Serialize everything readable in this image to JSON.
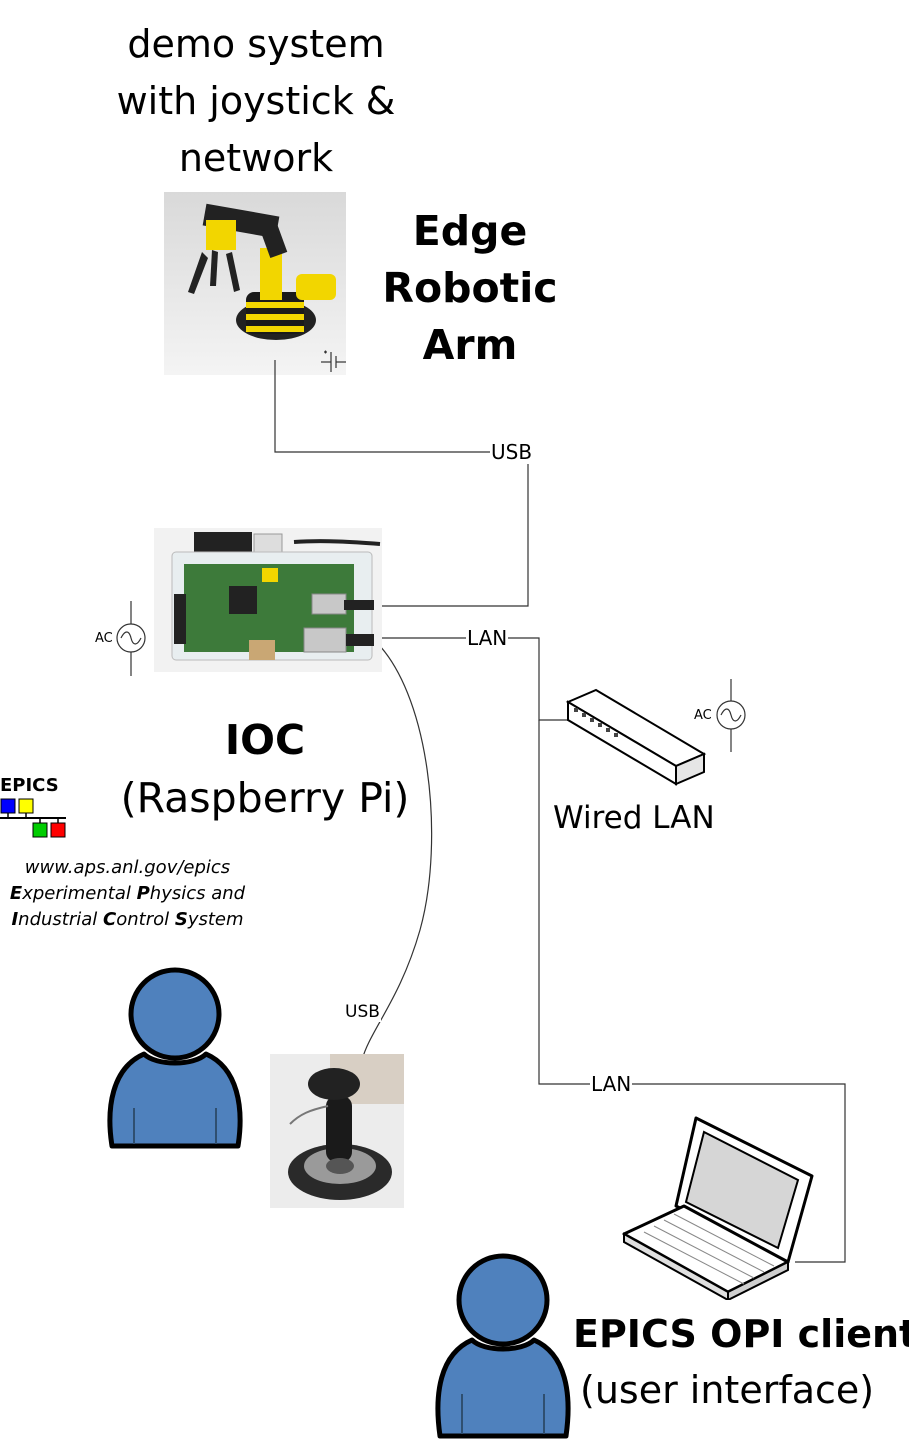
{
  "header": {
    "lines": [
      "demo system",
      "with joystick &",
      "network"
    ]
  },
  "robot_arm": {
    "title_lines": [
      "Edge",
      "Robotic",
      "Arm"
    ]
  },
  "ioc": {
    "title": "IOC",
    "subtitle": "(Raspberry Pi)"
  },
  "epics": {
    "logo_text": "EPICS",
    "url": "www.aps.anl.gov/epics",
    "line2_parts": [
      {
        "b": "E",
        "t": "xperimental "
      },
      {
        "b": "P",
        "t": "hysics and"
      }
    ],
    "line3_parts": [
      {
        "b": "I",
        "t": "ndustrial "
      },
      {
        "b": "C",
        "t": "ontrol "
      },
      {
        "b": "S",
        "t": "ystem"
      }
    ]
  },
  "wired_lan": {
    "label": "Wired LAN"
  },
  "client": {
    "title": "EPICS OPI client",
    "subtitle": "(user interface)"
  },
  "connections": {
    "usb_arm": "USB",
    "lan_pi": "LAN",
    "usb_joystick": "USB",
    "lan_laptop": "LAN"
  },
  "power": {
    "ac_pi": "AC",
    "ac_switch": "AC"
  },
  "colors": {
    "person_fill": "#4f81bd",
    "person_stroke": "#000000",
    "epics_blue": "#0000ff",
    "epics_yellow": "#ffff00",
    "epics_green": "#00cc00",
    "epics_red": "#ff0000",
    "arm_yellow": "#f2d600"
  }
}
